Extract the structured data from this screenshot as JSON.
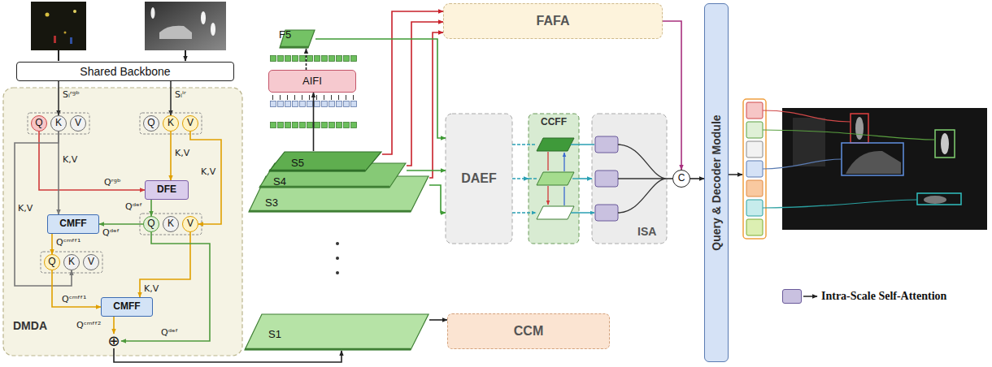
{
  "diagram": {
    "nodes": [
      {
        "text": [
          "Shared Backbone"
        ]
      },
      {
        "text": [
          "DMDA"
        ]
      },
      {
        "text": [
          "Q"
        ],
        "in": 1
      },
      {
        "text": [
          "K"
        ],
        "in": 1
      },
      {
        "text": [
          "V"
        ],
        "in": 1
      },
      {
        "text": [
          "Q"
        ],
        "in": 1
      },
      {
        "text": [
          "K"
        ],
        "in": 1
      },
      {
        "text": [
          "V"
        ],
        "in": 1
      },
      {
        "text": [
          "DFE"
        ],
        "in": 1
      },
      {
        "text": [
          "CMFF"
        ],
        "in": 1
      },
      {
        "text": [
          "Q"
        ],
        "in": 1
      },
      {
        "text": [
          "K"
        ],
        "in": 1
      },
      {
        "text": [
          "V"
        ],
        "in": 1
      },
      {
        "text": [
          "Q"
        ],
        "in": 1
      },
      {
        "text": [
          "K"
        ],
        "in": 1
      },
      {
        "text": [
          "V"
        ],
        "in": 1
      },
      {
        "text": [
          "CMFF"
        ],
        "in": 1
      },
      {
        "text": [
          "⊕"
        ],
        "in": 1
      },
      {
        "text": [
          "F5"
        ]
      },
      {
        "text": [
          "AIFI"
        ]
      },
      {
        "text": [
          "S5"
        ]
      },
      {
        "text": [
          "S4"
        ]
      },
      {
        "text": [
          "S3"
        ]
      },
      {
        "text": [
          "S1"
        ]
      },
      {
        "text": [
          "FAFA"
        ]
      },
      {
        "text": [
          "DAEF"
        ]
      },
      {
        "text": [
          "CCFF"
        ]
      },
      {
        "text": [
          "ISA"
        ]
      },
      {
        "text": [
          "C"
        ]
      },
      {
        "text": [
          "CCM"
        ]
      },
      {
        "text": [
          "Query & Decoder Module"
        ]
      }
    ],
    "edges": [
      {
        "from": 0,
        "to": 3,
        "arrow": "to",
        "label": "Sᵢʳᵍᵇ"
      },
      {
        "from": 0,
        "to": 6,
        "arrow": "to",
        "label": "Sᵢⁱʳ"
      },
      {
        "from": 2,
        "to": 8,
        "arrow": "to",
        "label": "Qʳᵍᵇ"
      },
      {
        "from": 6,
        "to": 8,
        "arrow": "to",
        "label": "K,V"
      },
      {
        "from": 7,
        "to": 12,
        "arrow": "to",
        "label": "K,V"
      },
      {
        "from": 8,
        "to": 10,
        "arrow": "to",
        "label": "Qᵈᵉᶠ"
      },
      {
        "from": 10,
        "to": 9,
        "arrow": "to",
        "label": "Qᵈᵉᶠ"
      },
      {
        "from": 3,
        "to": 9,
        "arrow": "to",
        "label": "K,V"
      },
      {
        "from": 3,
        "to": 14,
        "arrow": "to",
        "label": "K,V"
      },
      {
        "from": 9,
        "to": 13,
        "arrow": "to",
        "label": "Qᶜᵐᶠᶠ¹"
      },
      {
        "from": 13,
        "to": 16,
        "arrow": "to",
        "label": "Qᶜᵐᶠᶠ¹"
      },
      {
        "from": 12,
        "to": 16,
        "arrow": "to",
        "label": "K,V"
      },
      {
        "from": 16,
        "to": 17,
        "arrow": "to",
        "label": "Qᶜᵐᶠᶠ²"
      },
      {
        "from": 10,
        "to": 17,
        "arrow": "to",
        "label": "Qᵈᵉᶠ"
      },
      {
        "from": 17,
        "to": 23,
        "arrow": "to"
      },
      {
        "from": 20,
        "to": 19,
        "arrow": "to"
      },
      {
        "from": 19,
        "to": 18,
        "arrow": "to"
      },
      {
        "from": 20,
        "to": 24,
        "arrow": "to"
      },
      {
        "from": 21,
        "to": 24,
        "arrow": "to"
      },
      {
        "from": 22,
        "to": 24,
        "arrow": "to"
      },
      {
        "from": 18,
        "to": 25,
        "arrow": "to"
      },
      {
        "from": 21,
        "to": 25,
        "arrow": "to"
      },
      {
        "from": 22,
        "to": 25,
        "arrow": "to"
      },
      {
        "from": 25,
        "to": 26,
        "arrow": "to"
      },
      {
        "from": 26,
        "to": 27,
        "arrow": "to"
      },
      {
        "from": 27,
        "to": 28,
        "arrow": "none"
      },
      {
        "from": 24,
        "to": 28,
        "arrow": "to"
      },
      {
        "from": 28,
        "to": 30,
        "arrow": "to"
      },
      {
        "from": 23,
        "to": 29,
        "arrow": "to"
      }
    ],
    "legend": [
      {
        "text": "Intra-Scale Self-Attention",
        "color": "#c9c1e0"
      }
    ]
  }
}
